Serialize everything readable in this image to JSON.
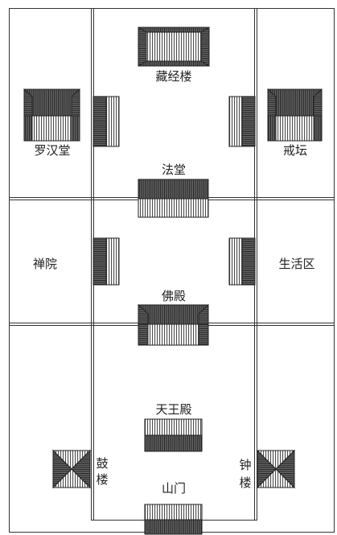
{
  "diagram": {
    "labels": {
      "sutra_library": "藏经楼",
      "luohan_hall": "罗汉堂",
      "ordination_platform": "戒坛",
      "dharma_hall": "法堂",
      "meditation_court": "禅院",
      "living_area": "生活区",
      "buddha_hall": "佛殿",
      "heavenly_kings_hall": "天王殿",
      "drum_tower_1": "鼓",
      "drum_tower_2": "楼",
      "bell_tower_1": "钟",
      "bell_tower_2": "楼",
      "mountain_gate": "山门"
    },
    "colors": {
      "line": "#333333",
      "hatch": "#3a3a3a",
      "dark_fill": "#4a4a4a",
      "background": "#ffffff"
    }
  }
}
